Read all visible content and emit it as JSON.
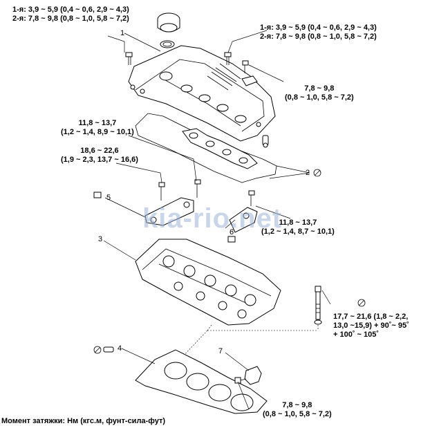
{
  "callouts": {
    "top_left_line1": "1-я: 3,9 ~ 5,9 (0,4 ~ 0,6, 2,9 ~ 4,3)",
    "top_left_line2": "2-я: 7,8 ~ 9,8 (0,8 ~ 1,0, 5,8 ~ 7,2)",
    "top_right_line1": "1-я: 3,9 ~ 5,9 (0,4 ~ 0,6, 2,9 ~ 4,3)",
    "top_right_line2": "2-я: 7,8 ~ 9,8 (0,8 ~ 1,0, 5,8 ~ 7,2)",
    "right_mid_line1": "7,8 ~ 9,8",
    "right_mid_line2": "(0,8 ~ 1,0, 5,8 ~ 7,2)",
    "left_mid_a_line1": "11,8 ~ 13,7",
    "left_mid_a_line2": "(1,2 ~ 1,4, 8,9 ~ 10,1)",
    "left_mid_b_line1": "18,6 ~ 22,6",
    "left_mid_b_line2": "(1,9 ~ 2,3, 13,7 ~ 16,6)",
    "right_lower_line1": "11,8 ~ 13,7",
    "right_lower_line2": "(1,2 ~ 1,4, 8,7 ~ 10,1)",
    "head_bolt_line1": "17,7 ~ 21,6 (1,8 ~ 2,2,",
    "head_bolt_line2": "13,0 ~15,9) + 90˚~ 95˚",
    "head_bolt_line3": "+ 100˚ ~ 105˚",
    "bottom_line1": "7,8 ~ 9,8",
    "bottom_line2": "(0,8 ~ 1,0, 5,8 ~ 7,2)"
  },
  "part_numbers": {
    "p1": "1",
    "p2": "2",
    "p3": "3",
    "p4": "4",
    "p5": "5",
    "p6": "6",
    "p7": "7"
  },
  "watermark": "kia-rio.net",
  "footer": "Момент затяжки: Нм (кгс.м, фунт-сила-фут)"
}
